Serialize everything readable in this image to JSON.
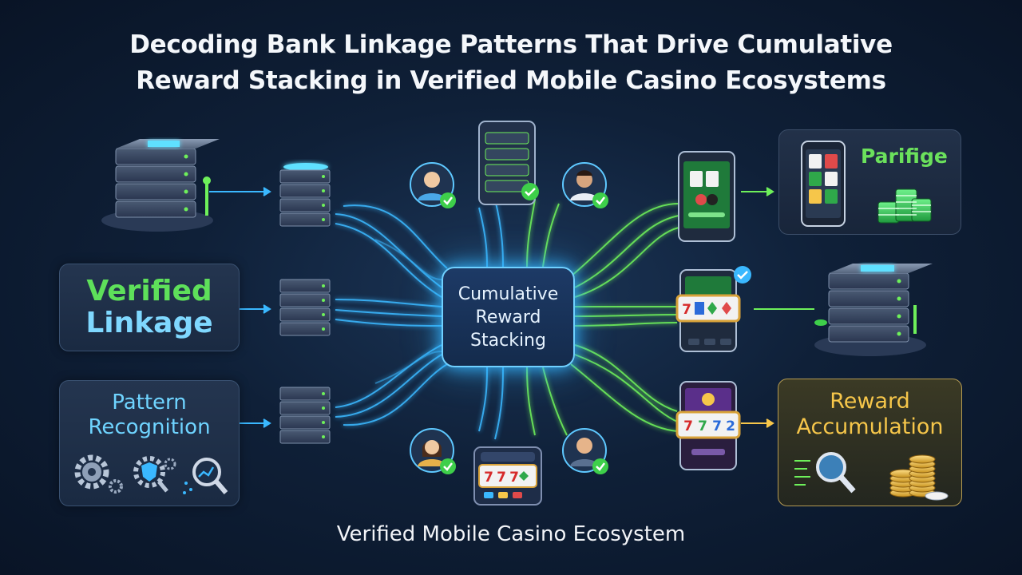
{
  "title": {
    "line1": "Decoding Bank Linkage Patterns That Drive Cumulative",
    "line2": "Reward Stacking in Verified Mobile Casino Ecosystems"
  },
  "hub": {
    "line1": "Cumulative",
    "line2": "Reward",
    "line3": "Stacking"
  },
  "left_panels": {
    "verified": {
      "line1": "Verified",
      "line2": "Linkage"
    },
    "pattern": {
      "line1": "Pattern",
      "line2": "Recognition"
    }
  },
  "right_panels": {
    "parifige": {
      "label": "Parifige"
    },
    "reward": {
      "line1": "Reward",
      "line2": "Accumulation"
    }
  },
  "slot_reels": {
    "right_middle": [
      "7",
      "",
      "",
      ""
    ],
    "right_bottom": [
      "7",
      "7",
      "7",
      "2"
    ],
    "bottom_center": [
      "7",
      "7",
      "7",
      ""
    ]
  },
  "footer": "Verified Mobile Casino Ecosystem",
  "colors": {
    "green": "#5ee05a",
    "blue": "#3ab8ff",
    "gold": "#f6c64a",
    "check": "#3ecf4a"
  },
  "icons": [
    "server-icon",
    "user-verified-icon",
    "phone-icon",
    "gear-icon",
    "shield-icon",
    "magnifier-icon",
    "chip-stack-icon",
    "coin-stack-icon",
    "slot-machine-icon",
    "check-badge-icon"
  ]
}
